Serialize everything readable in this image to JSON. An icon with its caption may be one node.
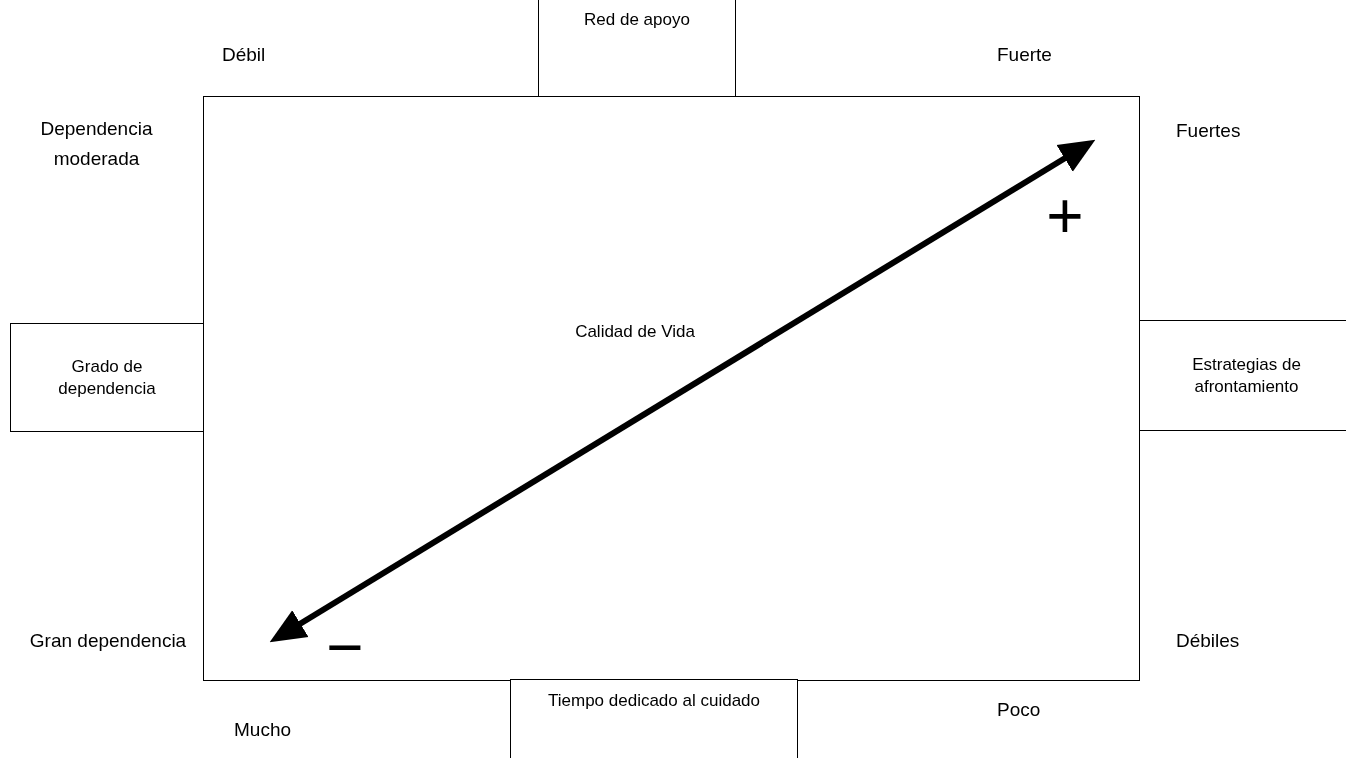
{
  "diagram": {
    "nodes": [
      {
        "text": [],
        "shape": "box"
      },
      {
        "text": [
          "Red de apoyo"
        ]
      },
      {
        "text": [
          "Grado de dependencia"
        ]
      },
      {
        "text": [
          "Estrategias de afrontamiento"
        ]
      },
      {
        "text": [
          "Tiempo dedicado al cuidado"
        ]
      }
    ],
    "edges": [],
    "labels": [
      "Débil",
      "Fuerte",
      "Dependencia moderada",
      "Fuertes",
      "+",
      "Calidad de Vida",
      "Gran dependencia",
      "−",
      "Débiles",
      "Mucho",
      "Poco"
    ]
  }
}
